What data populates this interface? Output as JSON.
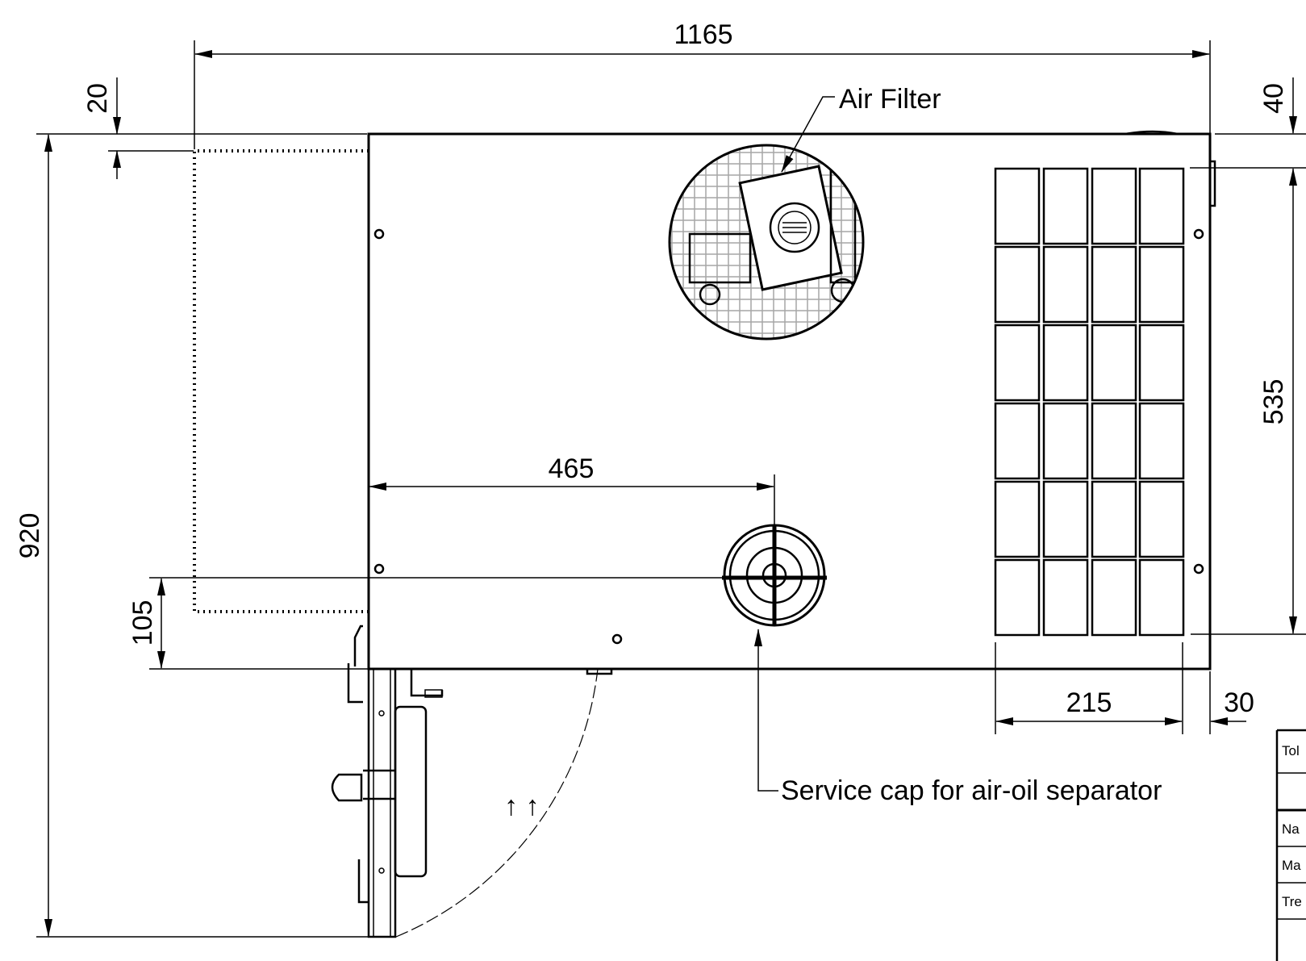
{
  "dimensions": {
    "overall_width": "1165",
    "top_offset": "20",
    "right_top_offset": "40",
    "overall_height": "920",
    "grille_height": "535",
    "cap_offset_x": "465",
    "cap_offset_y": "105",
    "grille_width": "215",
    "grille_right_margin": "30"
  },
  "labels": {
    "air_filter": "Air Filter",
    "service_cap": "Service cap for air-oil separator",
    "door_arrows": "↑ ↑"
  },
  "title_block": {
    "rows": [
      "Tol",
      "",
      "Na",
      "Ma",
      "Tre",
      ""
    ]
  }
}
